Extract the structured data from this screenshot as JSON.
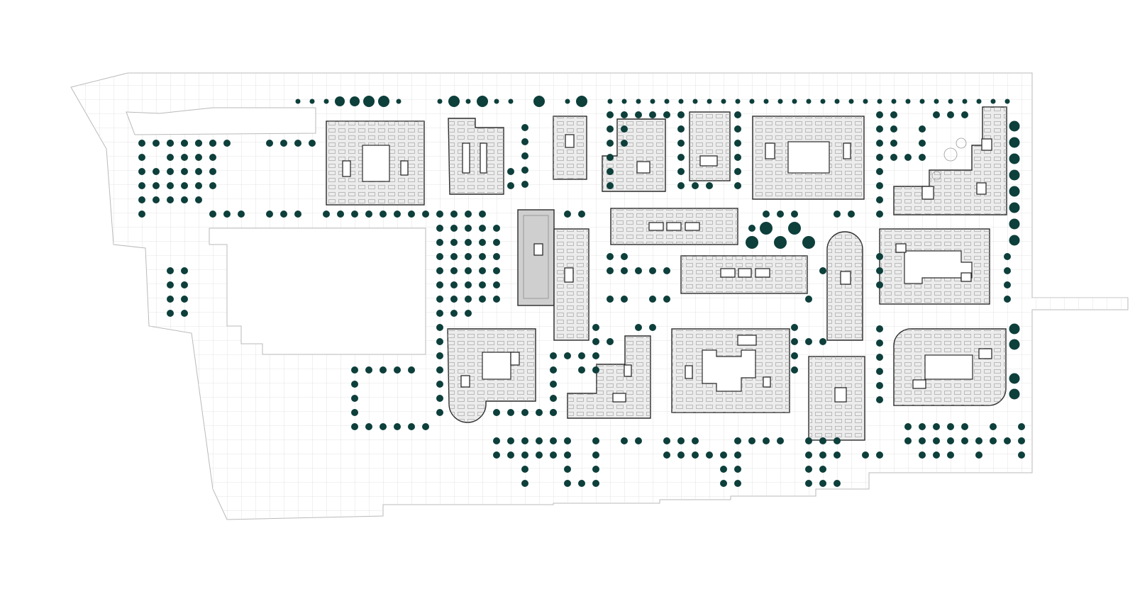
{
  "colors": {
    "background": "#ffffff",
    "tree": "#0d3f3b",
    "building_fill": "#ececec",
    "building_stroke": "#2b2b2b",
    "grid_line": "#dcdcdc"
  },
  "icons": [
    "tree-icon",
    "building-footprint",
    "courtyard",
    "stair-core"
  ]
}
